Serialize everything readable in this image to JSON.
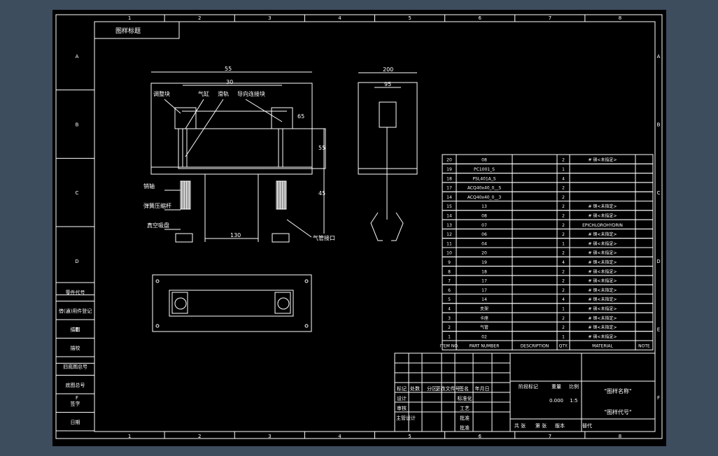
{
  "grid": {
    "cols": [
      "1",
      "2",
      "3",
      "4",
      "5",
      "6",
      "7",
      "8"
    ],
    "rows": [
      "A",
      "B",
      "C",
      "D",
      "E",
      "F"
    ]
  },
  "title_tag": "图样标题",
  "left_column_labels": [
    "零件代号",
    "借(通)用件登记",
    "描图",
    "描校",
    "旧底图总号",
    "底图总号",
    "签字",
    "日期"
  ],
  "front_view": {
    "dim_overall": "55",
    "dim_inner": "30",
    "dim_span": "130",
    "dim_height_right": "55",
    "dim_height_side": "45",
    "dim_vertical_small": "65",
    "callouts": {
      "adjust_block": "调整块",
      "cylinder": "气缸",
      "slide": "滑轨",
      "guide_rail": "导向连接块",
      "pin": "销轴",
      "spring_rod": "弹簧压缩杆",
      "suction": "真空吸盘",
      "air_port": "气管接口"
    }
  },
  "side_view": {
    "dim_overall": "200",
    "dim_inner": "95"
  },
  "bom": {
    "rows": [
      {
        "no": "20",
        "part": "08",
        "desc": "",
        "qty": "2",
        "mat": "# 钢<未指定>"
      },
      {
        "no": "19",
        "part": "PC1001_S",
        "desc": "",
        "qty": "1",
        "mat": ""
      },
      {
        "no": "18",
        "part": "PSL401A_S",
        "desc": "",
        "qty": "4",
        "mat": ""
      },
      {
        "no": "17",
        "part": "ACQ40x40_0__S",
        "desc": "",
        "qty": "2",
        "mat": ""
      },
      {
        "no": "14",
        "part": "ACQ40x40_0__3",
        "desc": "",
        "qty": "2",
        "mat": ""
      },
      {
        "no": "15",
        "part": "13",
        "desc": "",
        "qty": "2",
        "mat": "# 钢<未指定>"
      },
      {
        "no": "14",
        "part": "08",
        "desc": "",
        "qty": "2",
        "mat": "# 钢<未指定>"
      },
      {
        "no": "13",
        "part": "07",
        "desc": "",
        "qty": "2",
        "mat": "EPICHLOROHYDRIN"
      },
      {
        "no": "12",
        "part": "06",
        "desc": "",
        "qty": "2",
        "mat": "# 钢<未指定>"
      },
      {
        "no": "11",
        "part": "04",
        "desc": "",
        "qty": "1",
        "mat": "# 钢<未指定>"
      },
      {
        "no": "10",
        "part": "20",
        "desc": "",
        "qty": "2",
        "mat": "# 钢<未指定>"
      },
      {
        "no": "9",
        "part": "19",
        "desc": "",
        "qty": "4",
        "mat": "# 钢<未指定>"
      },
      {
        "no": "8",
        "part": "18",
        "desc": "",
        "qty": "2",
        "mat": "# 钢<未指定>"
      },
      {
        "no": "7",
        "part": "17",
        "desc": "",
        "qty": "2",
        "mat": "# 钢<未指定>"
      },
      {
        "no": "6",
        "part": "17",
        "desc": "",
        "qty": "2",
        "mat": "# 钢<未指定>"
      },
      {
        "no": "5",
        "part": "14",
        "desc": "",
        "qty": "4",
        "mat": "# 钢<未指定>"
      },
      {
        "no": "4",
        "part": "支架",
        "desc": "",
        "qty": "1",
        "mat": "# 钢<未指定>"
      },
      {
        "no": "3",
        "part": "卡座",
        "desc": "",
        "qty": "2",
        "mat": "# 钢<未指定>"
      },
      {
        "no": "2",
        "part": "气管",
        "desc": "",
        "qty": "2",
        "mat": "# 钢<未指定>"
      },
      {
        "no": "1",
        "part": "02",
        "desc": "",
        "qty": "1",
        "mat": "# 钢<未指定>"
      }
    ],
    "header": {
      "no": "ITEM NO.",
      "part": "PART NUMBER",
      "desc": "DESCRIPTION",
      "qty": "QTY.",
      "mat": "MATERIAL",
      "note": "NOTE"
    }
  },
  "title_block": {
    "row_labels": [
      "标记",
      "处数",
      "分区",
      "更改文件号",
      "签名",
      "年月日"
    ],
    "design": "设计",
    "standard": "标准化",
    "check": "审核",
    "craft": "工艺",
    "main_design": "主管设计",
    "approve": "批准",
    "approve2": "批准",
    "stage": "阶段标记",
    "weight": "重量",
    "scale": "比例",
    "weight_val": "0.000",
    "scale_val": "1:5",
    "drawing_name": "\"图样名称\"",
    "drawing_code": "\"图样代号\"",
    "sheets_total": "共 张",
    "sheet_no": "第 张",
    "version": "版本",
    "replace": "替代"
  }
}
